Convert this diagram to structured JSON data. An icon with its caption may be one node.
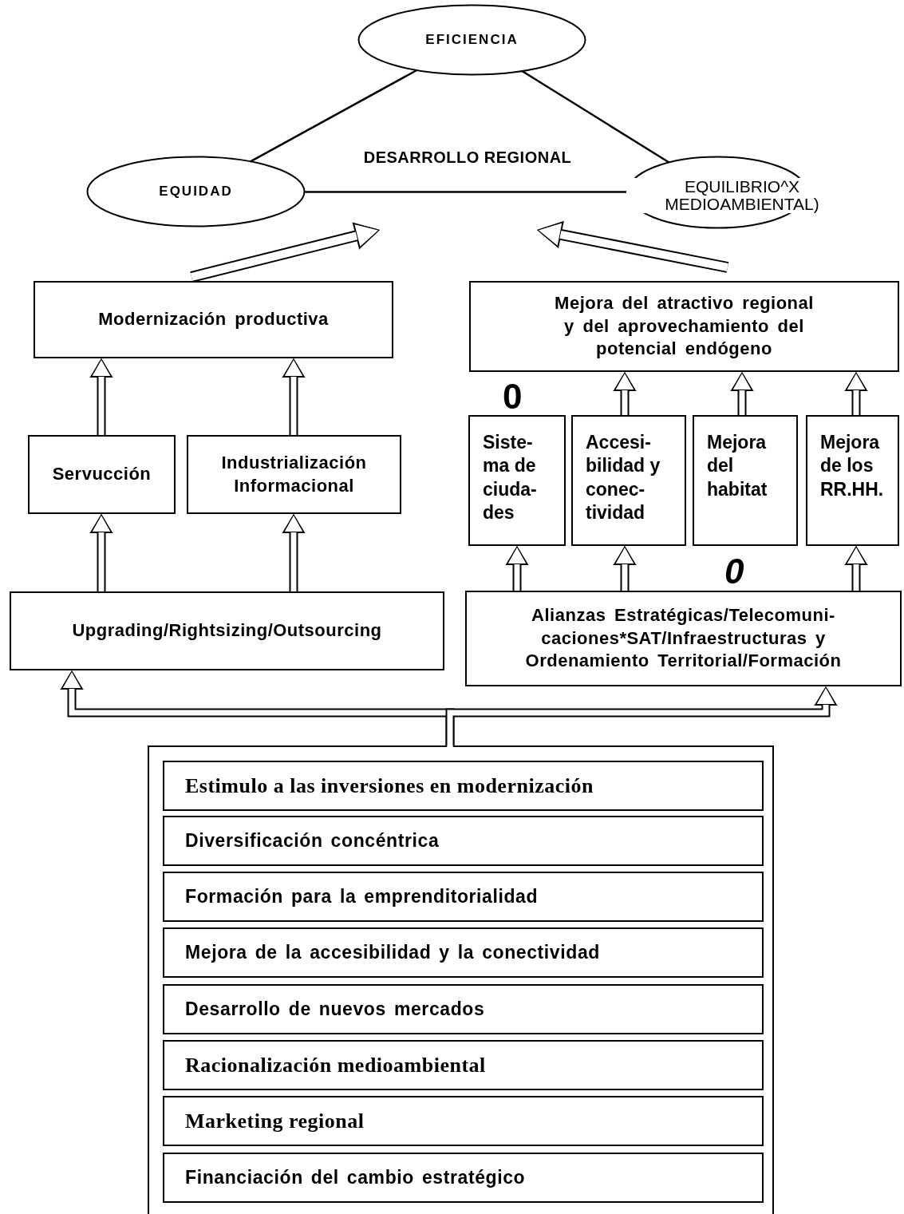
{
  "diagram": {
    "nodes": [
      {
        "text": [
          "EFICIENCIA"
        ]
      },
      {
        "text": [
          "EQUIDAD"
        ]
      },
      {
        "text": [
          "EQUILIBRIO^X MEDIOAMBIENTAL)"
        ]
      },
      {
        "text": [
          "DESARROLLO REGIONAL"
        ]
      },
      {
        "text": [
          "Modernización productiva"
        ]
      },
      {
        "text": [
          "Mejora del atractivo regional y del aprovechamiento del potencial endógeno"
        ]
      },
      {
        "text": [
          "Servucción"
        ]
      },
      {
        "text": [
          "Industrialización Informacional"
        ]
      },
      {
        "text": [
          "Siste- ma de ciuda- des"
        ]
      },
      {
        "text": [
          "Accesi- bilidad y conec- tividad"
        ]
      },
      {
        "text": [
          "Mejora del habitat"
        ]
      },
      {
        "text": [
          "Mejora de los RR.HH."
        ]
      },
      {
        "text": [
          "Upgrading/Rightsizing/Outsourcing"
        ]
      },
      {
        "text": [
          "Alianzas Estratégicas/Telecomuni- caciones*SAT/Infraestructuras y Ordenamiento Territorial/Formación"
        ]
      },
      {
        "text": [],
        "shape": "box"
      },
      {
        "text": [
          "Estimulo a las inversiones en modernización"
        ],
        "in": 14
      },
      {
        "text": [
          "Diversificación concéntrica"
        ],
        "in": 14
      },
      {
        "text": [
          "Formación para la emprenditorialidad"
        ],
        "in": 14
      },
      {
        "text": [
          "Mejora de la accesibilidad y la conectividad"
        ],
        "in": 14
      },
      {
        "text": [
          "Desarrollo de nuevos mercados"
        ],
        "in": 14
      },
      {
        "text": [
          "Racionalización medioambiental"
        ],
        "in": 14
      },
      {
        "text": [
          "Marketing regional"
        ],
        "in": 14
      },
      {
        "text": [
          "Financiación del cambio estratégico"
        ],
        "in": 14
      }
    ],
    "edges": [
      {
        "from": 0,
        "to": 1,
        "arrow": "none"
      },
      {
        "from": 0,
        "to": 2,
        "arrow": "none"
      },
      {
        "from": 1,
        "to": 2,
        "arrow": "none"
      },
      {
        "from": 4,
        "to": 3,
        "arrow": "to"
      },
      {
        "from": 5,
        "to": 3,
        "arrow": "to"
      },
      {
        "from": 6,
        "to": 4,
        "arrow": "to"
      },
      {
        "from": 7,
        "to": 4,
        "arrow": "to"
      },
      {
        "from": 9,
        "to": 5,
        "arrow": "to"
      },
      {
        "from": 10,
        "to": 5,
        "arrow": "to"
      },
      {
        "from": 11,
        "to": 5,
        "arrow": "to"
      },
      {
        "from": 12,
        "to": 6,
        "arrow": "to"
      },
      {
        "from": 12,
        "to": 7,
        "arrow": "to"
      },
      {
        "from": 13,
        "to": 8,
        "arrow": "to"
      },
      {
        "from": 13,
        "to": 9,
        "arrow": "to"
      },
      {
        "from": 13,
        "to": 11,
        "arrow": "to"
      },
      {
        "from": 14,
        "to": 12,
        "arrow": "to"
      },
      {
        "from": 14,
        "to": 13,
        "arrow": "to"
      }
    ],
    "labels": [
      "0",
      "0"
    ]
  }
}
